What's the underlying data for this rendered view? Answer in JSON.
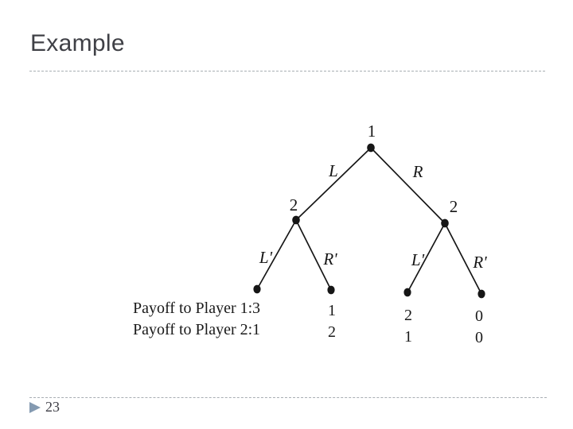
{
  "slide": {
    "title": "Example",
    "page_number": "23"
  },
  "tree": {
    "root_player": "1",
    "edges": {
      "left": "L",
      "right": "R"
    },
    "left_subgame_player": "2",
    "right_subgame_player": "2",
    "sub_edges": {
      "left_left": "L'",
      "left_right": "R'",
      "right_left": "L'",
      "right_right": "R'"
    }
  },
  "payoffs": {
    "player1_label": "Payoff to Player 1:",
    "player2_label": "Payoff to Player 2:",
    "player1_values": [
      "3",
      "1",
      "2",
      "0"
    ],
    "player2_values": [
      "1",
      "2",
      "1",
      "0"
    ]
  },
  "colors": {
    "title-color": "#3f4046",
    "ink": "#161616",
    "dash-color": "#a8aeb3",
    "arrow-color": "#849ab1",
    "page-number-color": "#3d3d45",
    "background": "#ffffff"
  }
}
